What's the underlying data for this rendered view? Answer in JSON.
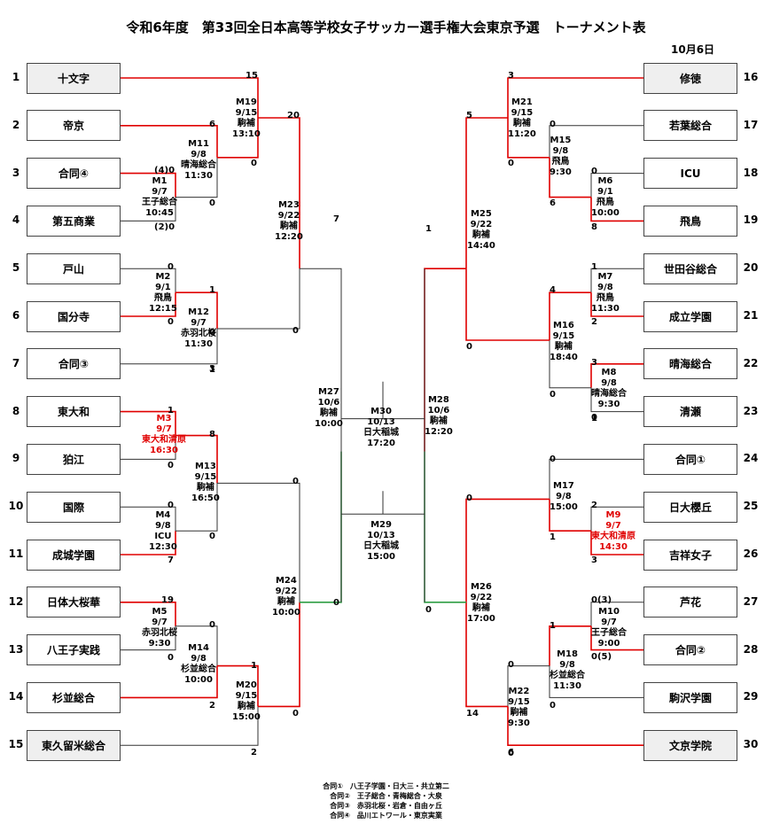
{
  "title": "令和6年度　第33回全日本高等学校女子サッカー選手権大会東京予選　トーナメント表",
  "date": "10月6日",
  "colors": {
    "winner_line": "#e00000",
    "final_line": "#2e9e44",
    "line": "#333333",
    "seed_fill": "#efefef"
  },
  "teams": [
    {
      "num": "1",
      "name": "十文字",
      "seed": true
    },
    {
      "num": "2",
      "name": "帝京"
    },
    {
      "num": "3",
      "name": "合同④"
    },
    {
      "num": "4",
      "name": "第五商業"
    },
    {
      "num": "5",
      "name": "戸山"
    },
    {
      "num": "6",
      "name": "国分寺"
    },
    {
      "num": "7",
      "name": "合同③"
    },
    {
      "num": "8",
      "name": "東大和"
    },
    {
      "num": "9",
      "name": "狛江"
    },
    {
      "num": "10",
      "name": "国際"
    },
    {
      "num": "11",
      "name": "成城学園"
    },
    {
      "num": "12",
      "name": "日体大桜華"
    },
    {
      "num": "13",
      "name": "八王子実践"
    },
    {
      "num": "14",
      "name": "杉並総合"
    },
    {
      "num": "15",
      "name": "東久留米総合",
      "seed": true
    },
    {
      "num": "16",
      "name": "修徳",
      "seed": true
    },
    {
      "num": "17",
      "name": "若葉総合"
    },
    {
      "num": "18",
      "name": "ICU"
    },
    {
      "num": "19",
      "name": "飛鳥"
    },
    {
      "num": "20",
      "name": "世田谷総合"
    },
    {
      "num": "21",
      "name": "成立学園"
    },
    {
      "num": "22",
      "name": "晴海総合"
    },
    {
      "num": "23",
      "name": "清瀬"
    },
    {
      "num": "24",
      "name": "合同①"
    },
    {
      "num": "25",
      "name": "日大櫻丘"
    },
    {
      "num": "26",
      "name": "吉祥女子"
    },
    {
      "num": "27",
      "name": "芦花"
    },
    {
      "num": "28",
      "name": "合同②"
    },
    {
      "num": "29",
      "name": "駒沢学園"
    },
    {
      "num": "30",
      "name": "文京学院",
      "seed": true
    }
  ],
  "matches": [
    {
      "id": "M1",
      "lines": [
        "M1",
        "9/7",
        "王子総合",
        "10:45"
      ]
    },
    {
      "id": "M2",
      "lines": [
        "M2",
        "9/1",
        "飛鳥",
        "12:15"
      ]
    },
    {
      "id": "M3",
      "lines": [
        "M3",
        "9/7",
        "東大和清原",
        "16:30"
      ],
      "red": true
    },
    {
      "id": "M4",
      "lines": [
        "M4",
        "9/8",
        "ICU",
        "12:30"
      ]
    },
    {
      "id": "M5",
      "lines": [
        "M5",
        "9/7",
        "赤羽北桜",
        "9:30"
      ]
    },
    {
      "id": "M6",
      "lines": [
        "M6",
        "9/1",
        "飛鳥",
        "10:00"
      ]
    },
    {
      "id": "M7",
      "lines": [
        "M7",
        "9/8",
        "飛鳥",
        "11:30"
      ]
    },
    {
      "id": "M8",
      "lines": [
        "M8",
        "9/8",
        "晴海総合",
        "9:30"
      ]
    },
    {
      "id": "M9",
      "lines": [
        "M9",
        "9/7",
        "東大和清原",
        "14:30"
      ],
      "red": true
    },
    {
      "id": "M10",
      "lines": [
        "M10",
        "9/7",
        "王子総合",
        "9:00"
      ]
    },
    {
      "id": "M11",
      "lines": [
        "M11",
        "9/8",
        "晴海総合",
        "11:30"
      ]
    },
    {
      "id": "M12",
      "lines": [
        "M12",
        "9/7",
        "赤羽北桜",
        "11:30"
      ]
    },
    {
      "id": "M13",
      "lines": [
        "M13",
        "9/15",
        "駒補",
        "16:50"
      ]
    },
    {
      "id": "M14",
      "lines": [
        "M14",
        "9/8",
        "杉並総合",
        "10:00"
      ]
    },
    {
      "id": "M15",
      "lines": [
        "M15",
        "9/8",
        "飛鳥",
        "9:30"
      ]
    },
    {
      "id": "M16",
      "lines": [
        "M16",
        "9/15",
        "駒補",
        "18:40"
      ]
    },
    {
      "id": "M17",
      "lines": [
        "M17",
        "9/8",
        "15:00"
      ]
    },
    {
      "id": "M18",
      "lines": [
        "M18",
        "9/8",
        "杉並総合",
        "11:30"
      ]
    },
    {
      "id": "M19",
      "lines": [
        "M19",
        "9/15",
        "駒補",
        "13:10"
      ]
    },
    {
      "id": "M20",
      "lines": [
        "M20",
        "9/15",
        "駒補",
        "15:00"
      ]
    },
    {
      "id": "M21",
      "lines": [
        "M21",
        "9/15",
        "駒補",
        "11:20"
      ]
    },
    {
      "id": "M22",
      "lines": [
        "M22",
        "9/15",
        "駒補",
        "9:30"
      ]
    },
    {
      "id": "M23",
      "lines": [
        "M23",
        "9/22",
        "駒補",
        "12:20"
      ]
    },
    {
      "id": "M24",
      "lines": [
        "M24",
        "9/22",
        "駒補",
        "10:00"
      ]
    },
    {
      "id": "M25",
      "lines": [
        "M25",
        "9/22",
        "駒補",
        "14:40"
      ]
    },
    {
      "id": "M26",
      "lines": [
        "M26",
        "9/22",
        "駒補",
        "17:00"
      ]
    },
    {
      "id": "M27",
      "lines": [
        "M27",
        "10/6",
        "駒補",
        "10:00"
      ]
    },
    {
      "id": "M28",
      "lines": [
        "M28",
        "10/6",
        "駒補",
        "12:20"
      ]
    },
    {
      "id": "M29",
      "lines": [
        "M29",
        "10/13",
        "日大稲城",
        "15:00"
      ]
    },
    {
      "id": "M30",
      "lines": [
        "M30",
        "10/13",
        "日大稲城",
        "17:20"
      ]
    }
  ],
  "scores": [
    "15",
    "0",
    "6",
    "0",
    "(4)0",
    "(2)0",
    "0",
    "0",
    "1",
    "3",
    "0",
    "1",
    "20",
    "0",
    "7",
    "0",
    "1",
    "0",
    "8",
    "0",
    "0",
    "7",
    "0",
    "19",
    "0",
    "0",
    "1",
    "2",
    "0",
    "2",
    "3",
    "0",
    "0",
    "0",
    "6",
    "8",
    "1",
    "2",
    "4",
    "0",
    "3",
    "0",
    "1",
    "5",
    "0",
    "1",
    "0",
    "0",
    "2",
    "1",
    "3",
    "0(3)",
    "0(5)",
    "1",
    "0",
    "0",
    "0",
    "14",
    "6",
    "0"
  ],
  "notes": [
    "合同①　八王子学園・日大三・共立第二",
    "合同②　王子総合・青梅総合・大泉",
    "合同③　赤羽北桜・岩倉・自由ヶ丘",
    "合同④　品川エトワール・東京実業"
  ]
}
